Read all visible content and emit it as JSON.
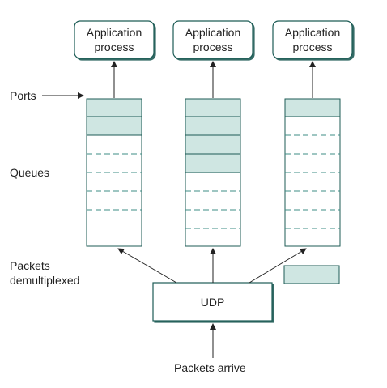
{
  "colors": {
    "stroke": "#1d5b55",
    "filled_slot": "#cfe6e2",
    "dash": "#3d8c84",
    "text": "#222222"
  },
  "labels": {
    "ports": "Ports",
    "queues": "Queues",
    "packets_demux_line1": "Packets",
    "packets_demux_line2": "demultiplexed",
    "udp": "UDP",
    "packets_arrive": "Packets arrive"
  },
  "processes": [
    {
      "line1": "Application",
      "line2": "process"
    },
    {
      "line1": "Application",
      "line2": "process"
    },
    {
      "line1": "Application",
      "line2": "process"
    }
  ]
}
